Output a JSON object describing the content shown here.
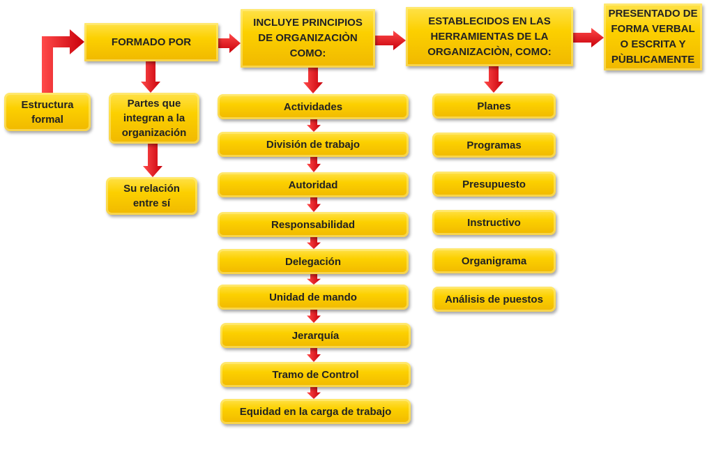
{
  "nodes": {
    "estructura": "Estructura formal",
    "formado": "FORMADO POR",
    "partes": "Partes que integran a la organización",
    "relacion": "Su relación entre sí",
    "incluye": "INCLUYE PRINCIPIOS DE ORGANIZACIÒN COMO:",
    "establecidos": "ESTABLECIDOS EN LAS HERRAMIENTAS DE LA ORGANIZACIÒN, COMO:",
    "presentado": "PRESENTADO DE FORMA VERBAL O ESCRITA Y PÙBLICAMENTE"
  },
  "principios": [
    "Actividades",
    "División de trabajo",
    "Autoridad",
    "Responsabilidad",
    "Delegación",
    "Unidad de mando",
    "Jerarquía",
    "Tramo de Control",
    "Equidad en la carga de trabajo"
  ],
  "herramientas": [
    "Planes",
    "Programas",
    "Presupuesto",
    "Instructivo",
    "Organigrama",
    "Análisis de puestos"
  ],
  "colors": {
    "box": "#fcd000",
    "arrow": "#e8141b"
  }
}
